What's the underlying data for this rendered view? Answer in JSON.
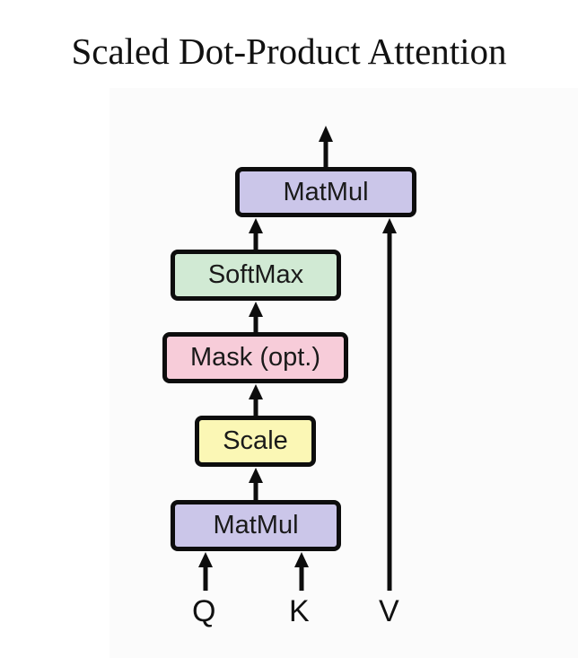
{
  "title": "Scaled Dot-Product Attention",
  "colors": {
    "matmul": "#cbc6e9",
    "softmax": "#d1ead4",
    "mask": "#f7ccd9",
    "scale": "#fbf7b5",
    "border": "#0d0d0d"
  },
  "blocks": {
    "matmul_top": "MatMul",
    "softmax": "SoftMax",
    "mask": "Mask (opt.)",
    "scale": "Scale",
    "matmul_bottom": "MatMul"
  },
  "inputs": {
    "q": "Q",
    "k": "K",
    "v": "V"
  }
}
